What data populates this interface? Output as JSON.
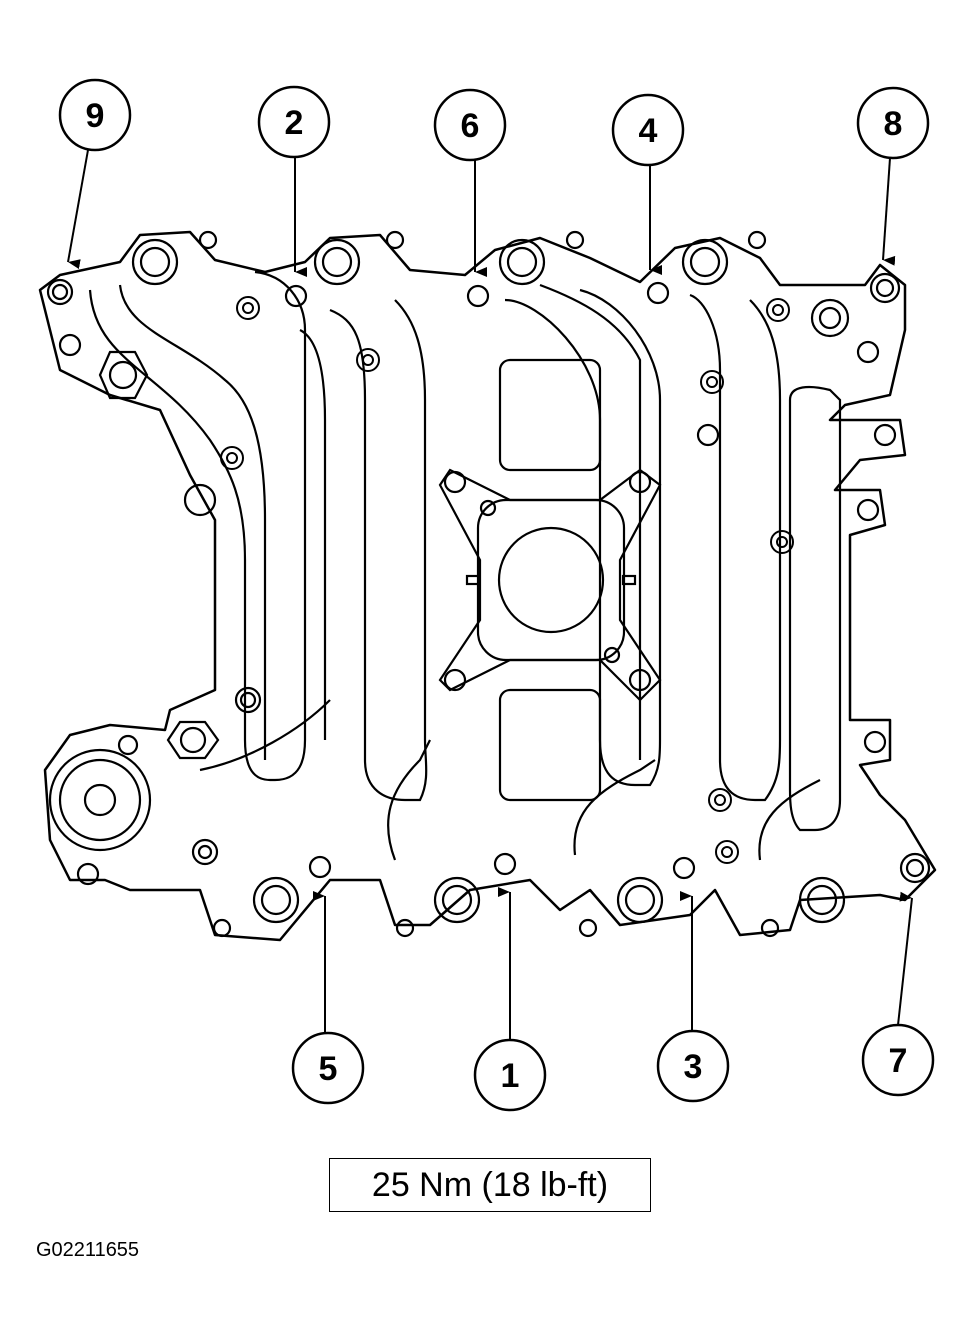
{
  "callouts": [
    {
      "id": "9",
      "label": "9"
    },
    {
      "id": "2",
      "label": "2"
    },
    {
      "id": "6",
      "label": "6"
    },
    {
      "id": "4",
      "label": "4"
    },
    {
      "id": "8",
      "label": "8"
    },
    {
      "id": "5",
      "label": "5"
    },
    {
      "id": "1",
      "label": "1"
    },
    {
      "id": "3",
      "label": "3"
    },
    {
      "id": "7",
      "label": "7"
    }
  ],
  "torque_spec": "25 Nm (18 lb-ft)",
  "figure_id": "G02211655"
}
